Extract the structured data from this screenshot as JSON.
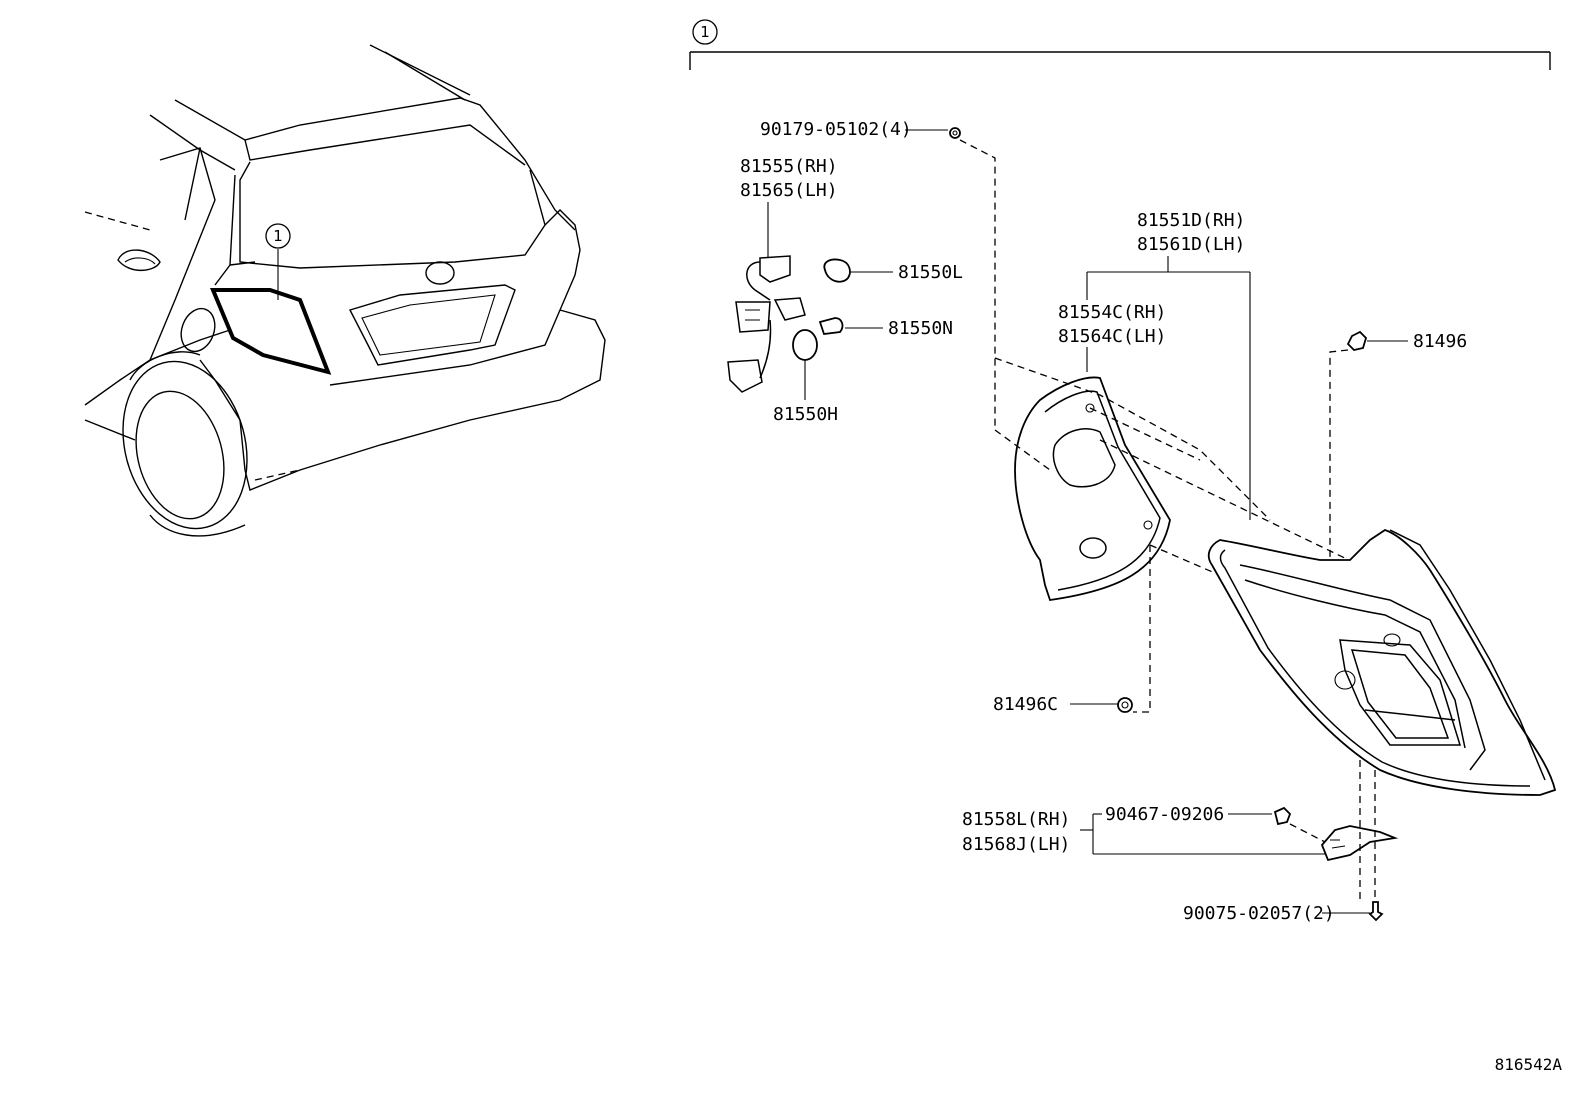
{
  "diagram": {
    "assembly_callout": "1",
    "car_callout": "1",
    "figure_id": "816542A",
    "labels": {
      "p90179": "90179-05102(4)",
      "p81555": "81555(RH)",
      "p81565": "81565(LH)",
      "p81550L": "81550L",
      "p81550N": "81550N",
      "p81550H": "81550H",
      "p81551D": "81551D(RH)",
      "p81561D": "81561D(LH)",
      "p81554C": "81554C(RH)",
      "p81564C": "81564C(LH)",
      "p81496": "81496",
      "p81496C": "81496C",
      "p81558L": "81558L(RH)",
      "p81568J": "81568J(LH)",
      "p90467": "90467-09206",
      "p90075": "90075-02057(2)"
    }
  }
}
